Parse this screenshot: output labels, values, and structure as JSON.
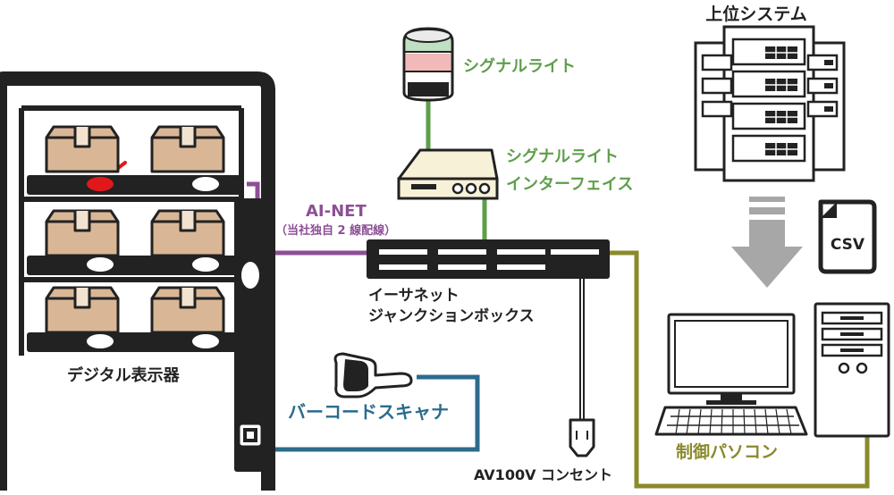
{
  "labels": {
    "host_system": "上位システム",
    "signal_light": "シグナルライト",
    "signal_light_interface_line1": "シグナルライト",
    "signal_light_interface_line2": "インターフェイス",
    "ai_net": "AI-NET",
    "ai_net_note": "（当社独自 2 線配線）",
    "ethernet_box_line1": "イーサネット",
    "ethernet_box_line2": "ジャンクションボックス",
    "digital_display": "デジタル表示器",
    "barcode_scanner": "バーコードスキャナ",
    "power_outlet": "AV100V コンセント",
    "control_pc": "制御パソコン",
    "csv_file": "CSV"
  },
  "colors": {
    "signal_green": "#5e9e4a",
    "ai_net_purple": "#8d4f96",
    "barcode_blue": "#2c6b8e",
    "pc_olive": "#8a8a2c",
    "outline": "#222222",
    "box_tan": "#d9b796",
    "alert_red": "#e0181c",
    "arrow_gray": "#a7a7a7"
  },
  "icons": {
    "host": "server-rack-icon",
    "csv": "csv-file-icon",
    "signal_light": "signal-tower-icon",
    "interface": "interface-box-icon",
    "scanner": "barcode-scanner-icon",
    "plug": "power-plug-icon",
    "monitor": "monitor-icon",
    "keyboard": "keyboard-icon",
    "tower": "pc-tower-icon",
    "parcel": "parcel-box-icon"
  }
}
